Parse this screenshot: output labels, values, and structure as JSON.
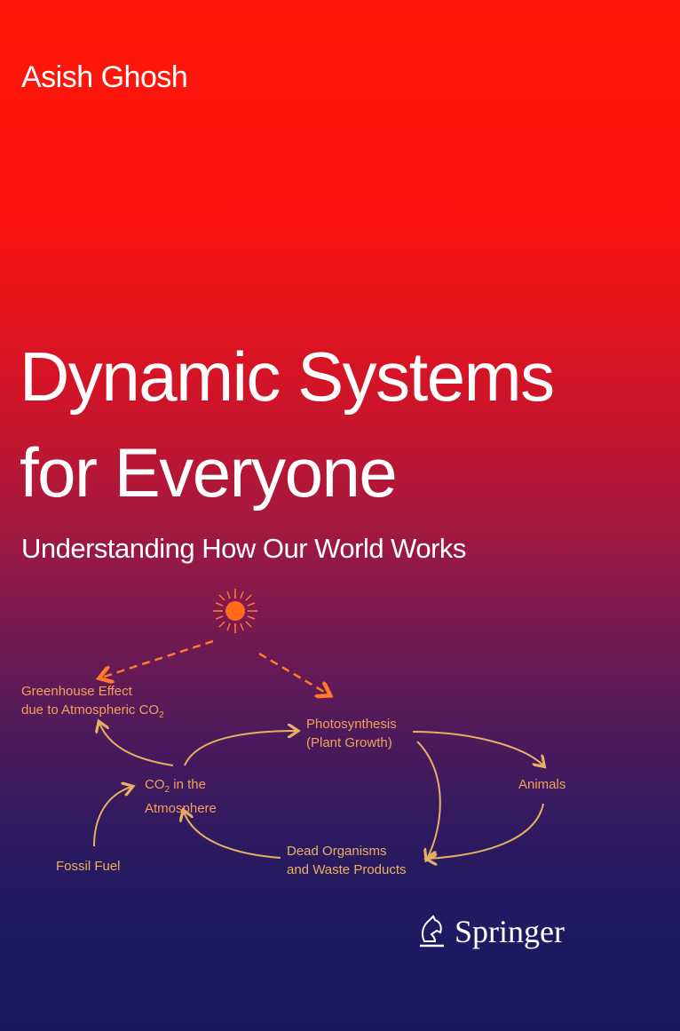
{
  "author": "Asish Ghosh",
  "title_line1": "Dynamic Systems",
  "title_line2": "for Everyone",
  "subtitle": "Understanding How Our World Works",
  "diagram": {
    "greenhouse_1": "Greenhouse Effect",
    "greenhouse_2": "due to Atmospheric CO",
    "greenhouse_sub": "2",
    "photo_1": "Photosynthesis",
    "photo_2": "(Plant Growth)",
    "co2_1": "CO",
    "co2_sub": "2",
    "co2_1b": " in the",
    "co2_2": "Atmosphere",
    "animals": "Animals",
    "fossil": "Fossil  Fuel",
    "dead_1": "Dead Organisms",
    "dead_2": "and Waste Products"
  },
  "publisher": "Springer",
  "colors": {
    "label": "#f2a25a",
    "arrow": "#e6b062",
    "sun": "#ff6a1a"
  }
}
